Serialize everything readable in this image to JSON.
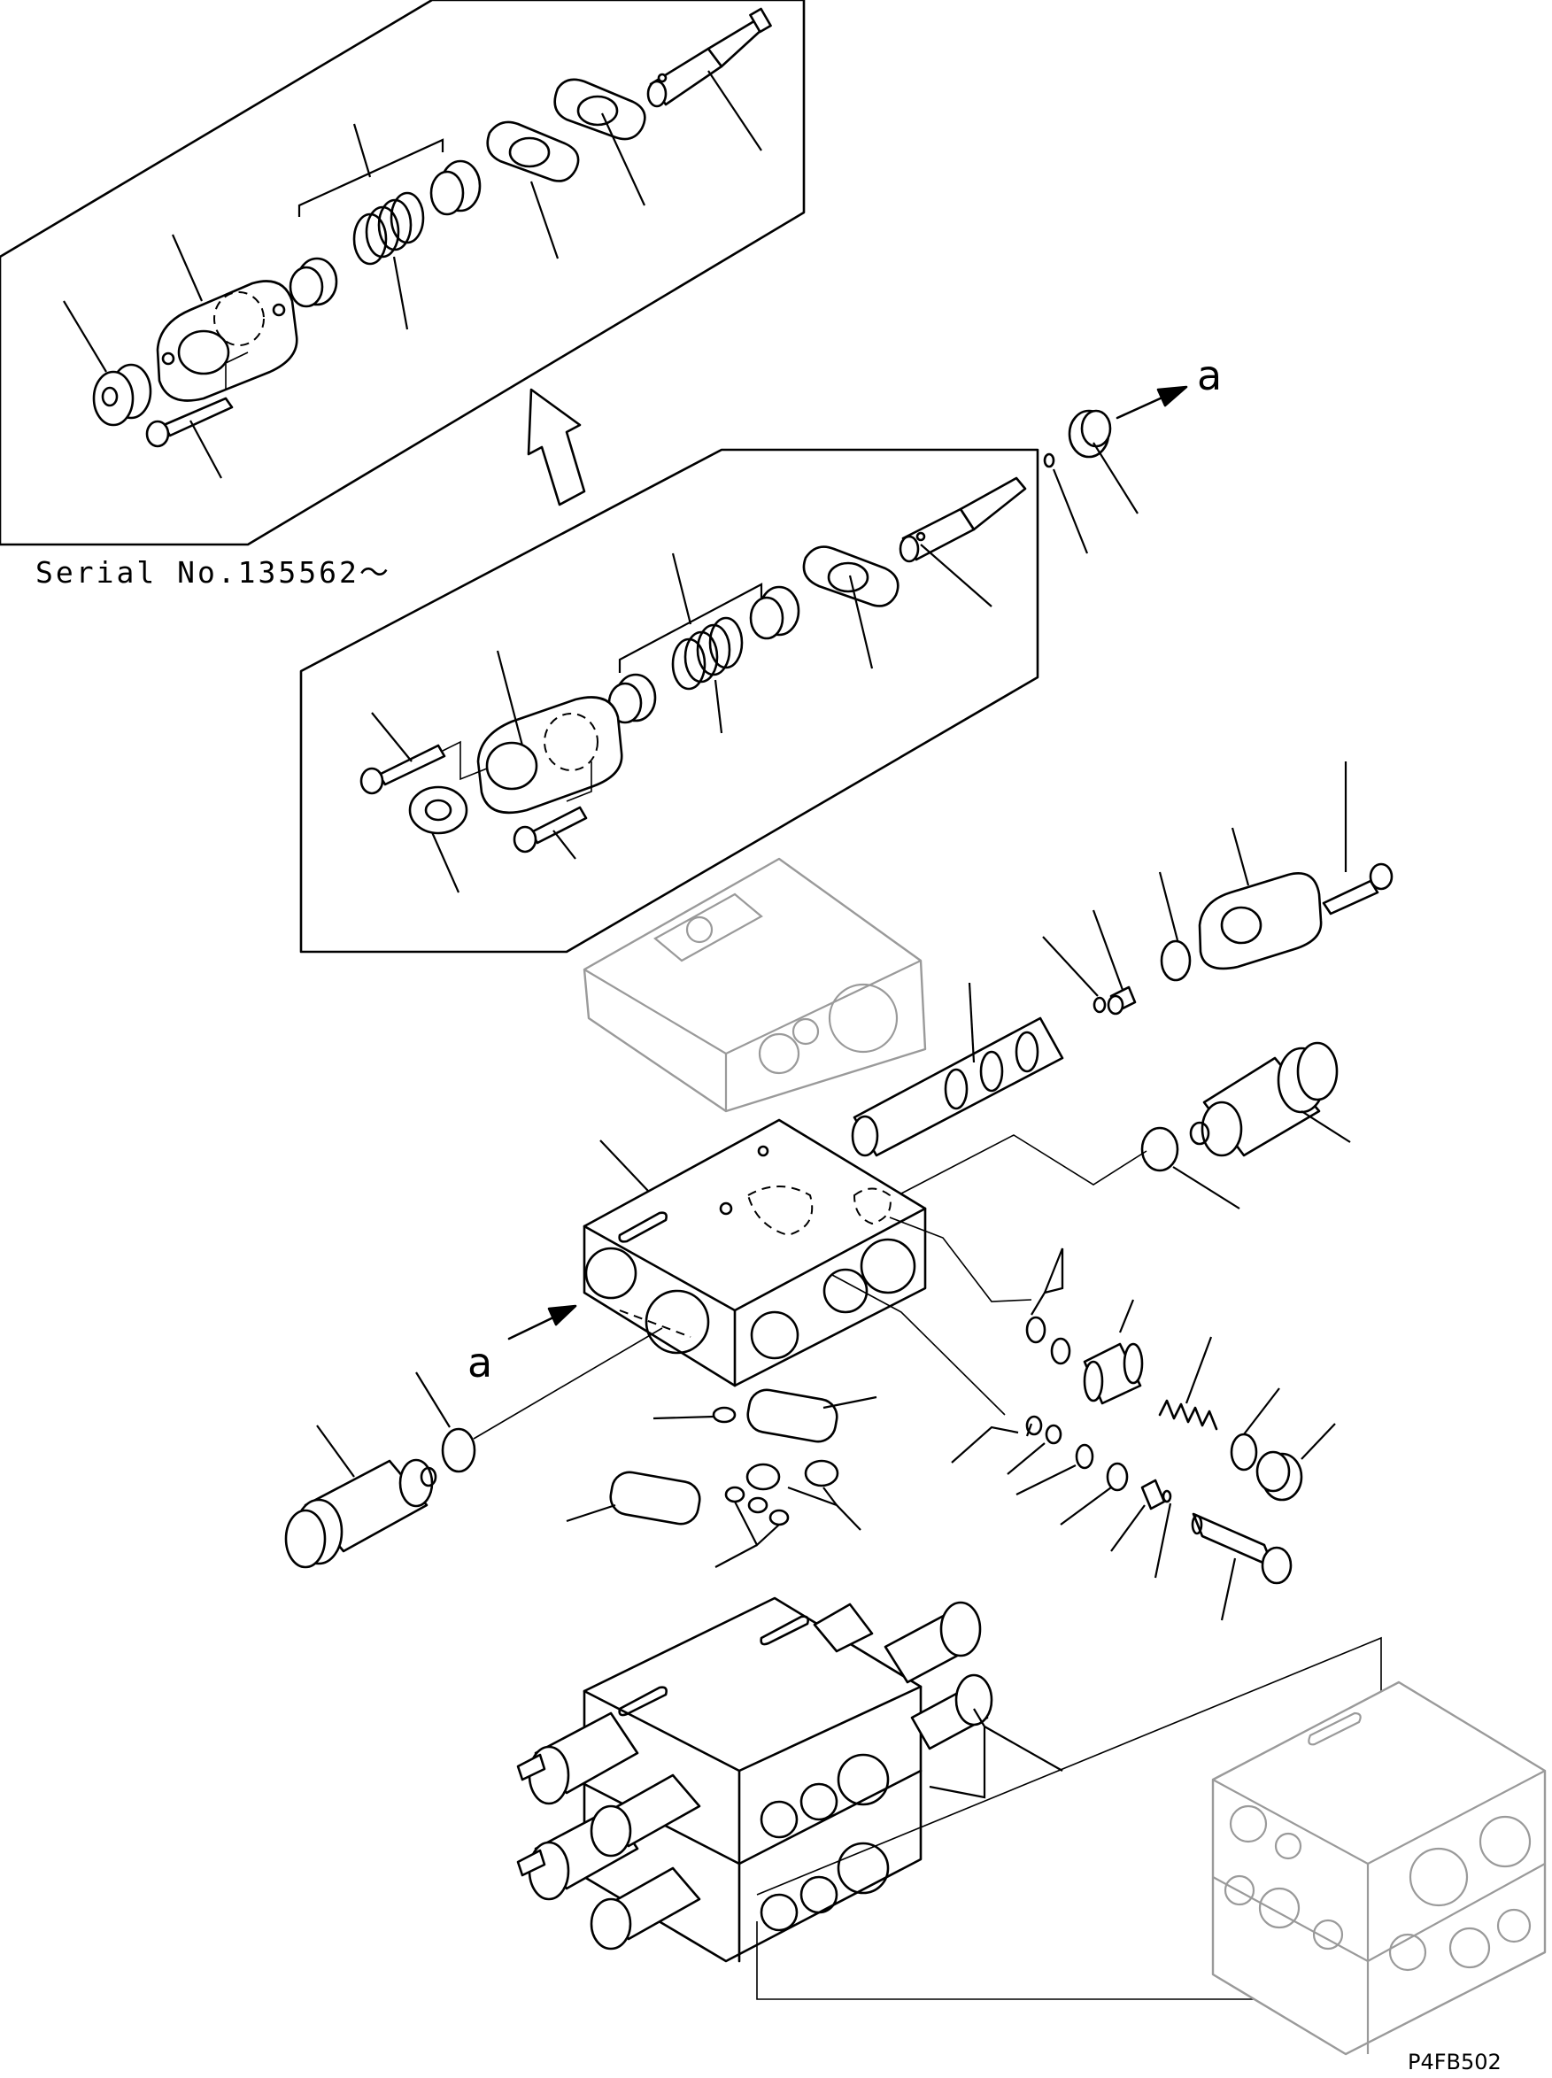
{
  "diagram": {
    "serial_note": "Serial No.135562～",
    "view_marker": "a",
    "drawing_code": "P4FB502"
  }
}
